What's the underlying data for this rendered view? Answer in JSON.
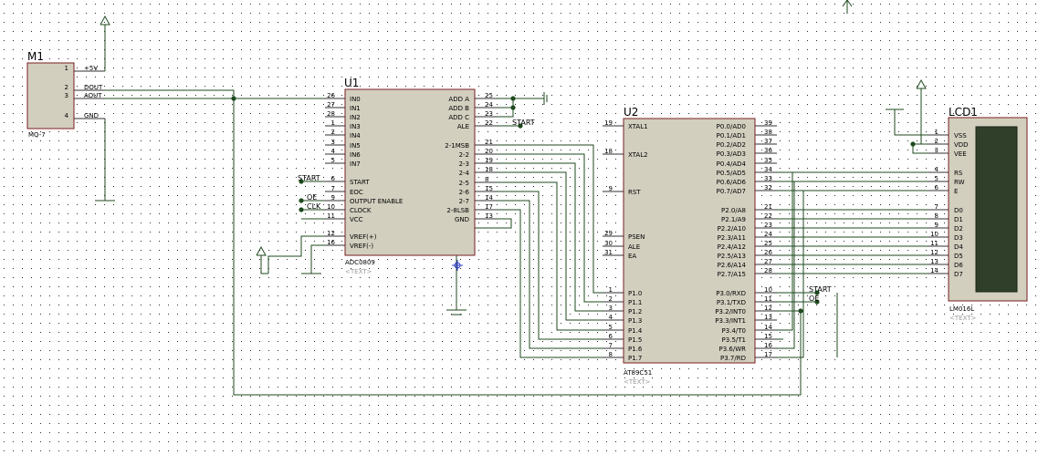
{
  "colors": {
    "background": "#ffffff",
    "grid_dot": "#2a2a2a",
    "component_fill": "#d2cfbf",
    "component_border": "#7a1c20",
    "wire": "#1e4a1e",
    "pin_line": "#303030",
    "junction": "#1e4a1e",
    "lcd_screen": "#2f3f2a",
    "cursor": "#2d3bd0"
  },
  "sensor": {
    "ref": "M1",
    "part": "MQ-7",
    "pins": [
      {
        "num": "1",
        "name": "+5V"
      },
      {
        "num": "2",
        "name": "DOUT"
      },
      {
        "num": "3",
        "name": "AOUT"
      },
      {
        "num": "4",
        "name": "GND"
      }
    ]
  },
  "adc": {
    "ref": "U1",
    "part": "ADC0809",
    "text_placeholder": "<TEXT>",
    "left_pins": [
      {
        "num": "26",
        "name": "IN0"
      },
      {
        "num": "27",
        "name": "IN1"
      },
      {
        "num": "28",
        "name": "IN2"
      },
      {
        "num": "1",
        "name": "IN3"
      },
      {
        "num": "2",
        "name": "IN4"
      },
      {
        "num": "3",
        "name": "IN5"
      },
      {
        "num": "4",
        "name": "IN6"
      },
      {
        "num": "5",
        "name": "IN7"
      },
      {
        "num": "6",
        "name": "START"
      },
      {
        "num": "7",
        "name": "EOC"
      },
      {
        "num": "9",
        "name": "OUTPUT ENABLE"
      },
      {
        "num": "10",
        "name": "CLOCK"
      },
      {
        "num": "11",
        "name": "VCC"
      },
      {
        "num": "12",
        "name": "VREF(+)"
      },
      {
        "num": "16",
        "name": "VREF(-)"
      }
    ],
    "right_pins": [
      {
        "num": "25",
        "name": "ADD A"
      },
      {
        "num": "24",
        "name": "ADD B"
      },
      {
        "num": "23",
        "name": "ADD C"
      },
      {
        "num": "22",
        "name": "ALE"
      },
      {
        "num": "21",
        "name": "2-1MSB"
      },
      {
        "num": "20",
        "name": "2-2"
      },
      {
        "num": "19",
        "name": "2-3"
      },
      {
        "num": "18",
        "name": "2-4"
      },
      {
        "num": "8",
        "name": "2-5"
      },
      {
        "num": "15",
        "name": "2-6"
      },
      {
        "num": "14",
        "name": "2-7"
      },
      {
        "num": "17",
        "name": "2-8LSB"
      },
      {
        "num": "13",
        "name": "GND"
      }
    ]
  },
  "mcu": {
    "ref": "U2",
    "part": "AT89C51",
    "text_placeholder": "<TEXT>",
    "left_pins": [
      {
        "num": "19",
        "name": "XTAL1"
      },
      {
        "num": "18",
        "name": "XTAL2"
      },
      {
        "num": "9",
        "name": "RST"
      },
      {
        "num": "29",
        "name": "PSEN"
      },
      {
        "num": "30",
        "name": "ALE"
      },
      {
        "num": "31",
        "name": "EA"
      },
      {
        "num": "1",
        "name": "P1.0"
      },
      {
        "num": "2",
        "name": "P1.1"
      },
      {
        "num": "3",
        "name": "P1.2"
      },
      {
        "num": "4",
        "name": "P1.3"
      },
      {
        "num": "5",
        "name": "P1.4"
      },
      {
        "num": "6",
        "name": "P1.5"
      },
      {
        "num": "7",
        "name": "P1.6"
      },
      {
        "num": "8",
        "name": "P1.7"
      }
    ],
    "right_pins": [
      {
        "num": "39",
        "name": "P0.0/AD0"
      },
      {
        "num": "38",
        "name": "P0.1/AD1"
      },
      {
        "num": "37",
        "name": "P0.2/AD2"
      },
      {
        "num": "36",
        "name": "P0.3/AD3"
      },
      {
        "num": "35",
        "name": "P0.4/AD4"
      },
      {
        "num": "34",
        "name": "P0.5/AD5"
      },
      {
        "num": "33",
        "name": "P0.6/AD6"
      },
      {
        "num": "32",
        "name": "P0.7/AD7"
      },
      {
        "num": "21",
        "name": "P2.0/A8"
      },
      {
        "num": "22",
        "name": "P2.1/A9"
      },
      {
        "num": "23",
        "name": "P2.2/A10"
      },
      {
        "num": "24",
        "name": "P2.3/A11"
      },
      {
        "num": "25",
        "name": "P2.4/A12"
      },
      {
        "num": "26",
        "name": "P2.5/A13"
      },
      {
        "num": "27",
        "name": "P2.6/A14"
      },
      {
        "num": "28",
        "name": "P2.7/A15"
      },
      {
        "num": "10",
        "name": "P3.0/RXD"
      },
      {
        "num": "11",
        "name": "P3.1/TXD"
      },
      {
        "num": "12",
        "name": "P3.2/INT0"
      },
      {
        "num": "13",
        "name": "P3.3/INT1"
      },
      {
        "num": "14",
        "name": "P3.4/T0"
      },
      {
        "num": "15",
        "name": "P3.5/T1"
      },
      {
        "num": "16",
        "name": "P3.6/WR"
      },
      {
        "num": "17",
        "name": "P3.7/RD"
      }
    ]
  },
  "lcd": {
    "ref": "LCD1",
    "part": "LM016L",
    "text_placeholder": "<TEXT>",
    "pins": [
      {
        "num": "1",
        "name": "VSS"
      },
      {
        "num": "2",
        "name": "VDD"
      },
      {
        "num": "3",
        "name": "VEE"
      },
      {
        "num": "4",
        "name": "RS"
      },
      {
        "num": "5",
        "name": "RW"
      },
      {
        "num": "6",
        "name": "E"
      },
      {
        "num": "7",
        "name": "D0"
      },
      {
        "num": "8",
        "name": "D1"
      },
      {
        "num": "9",
        "name": "D2"
      },
      {
        "num": "10",
        "name": "D3"
      },
      {
        "num": "11",
        "name": "D4"
      },
      {
        "num": "12",
        "name": "D5"
      },
      {
        "num": "13",
        "name": "D6"
      },
      {
        "num": "14",
        "name": "D7"
      }
    ]
  },
  "net_labels": {
    "start": "START",
    "oe": "OE",
    "clk": "CLK"
  }
}
